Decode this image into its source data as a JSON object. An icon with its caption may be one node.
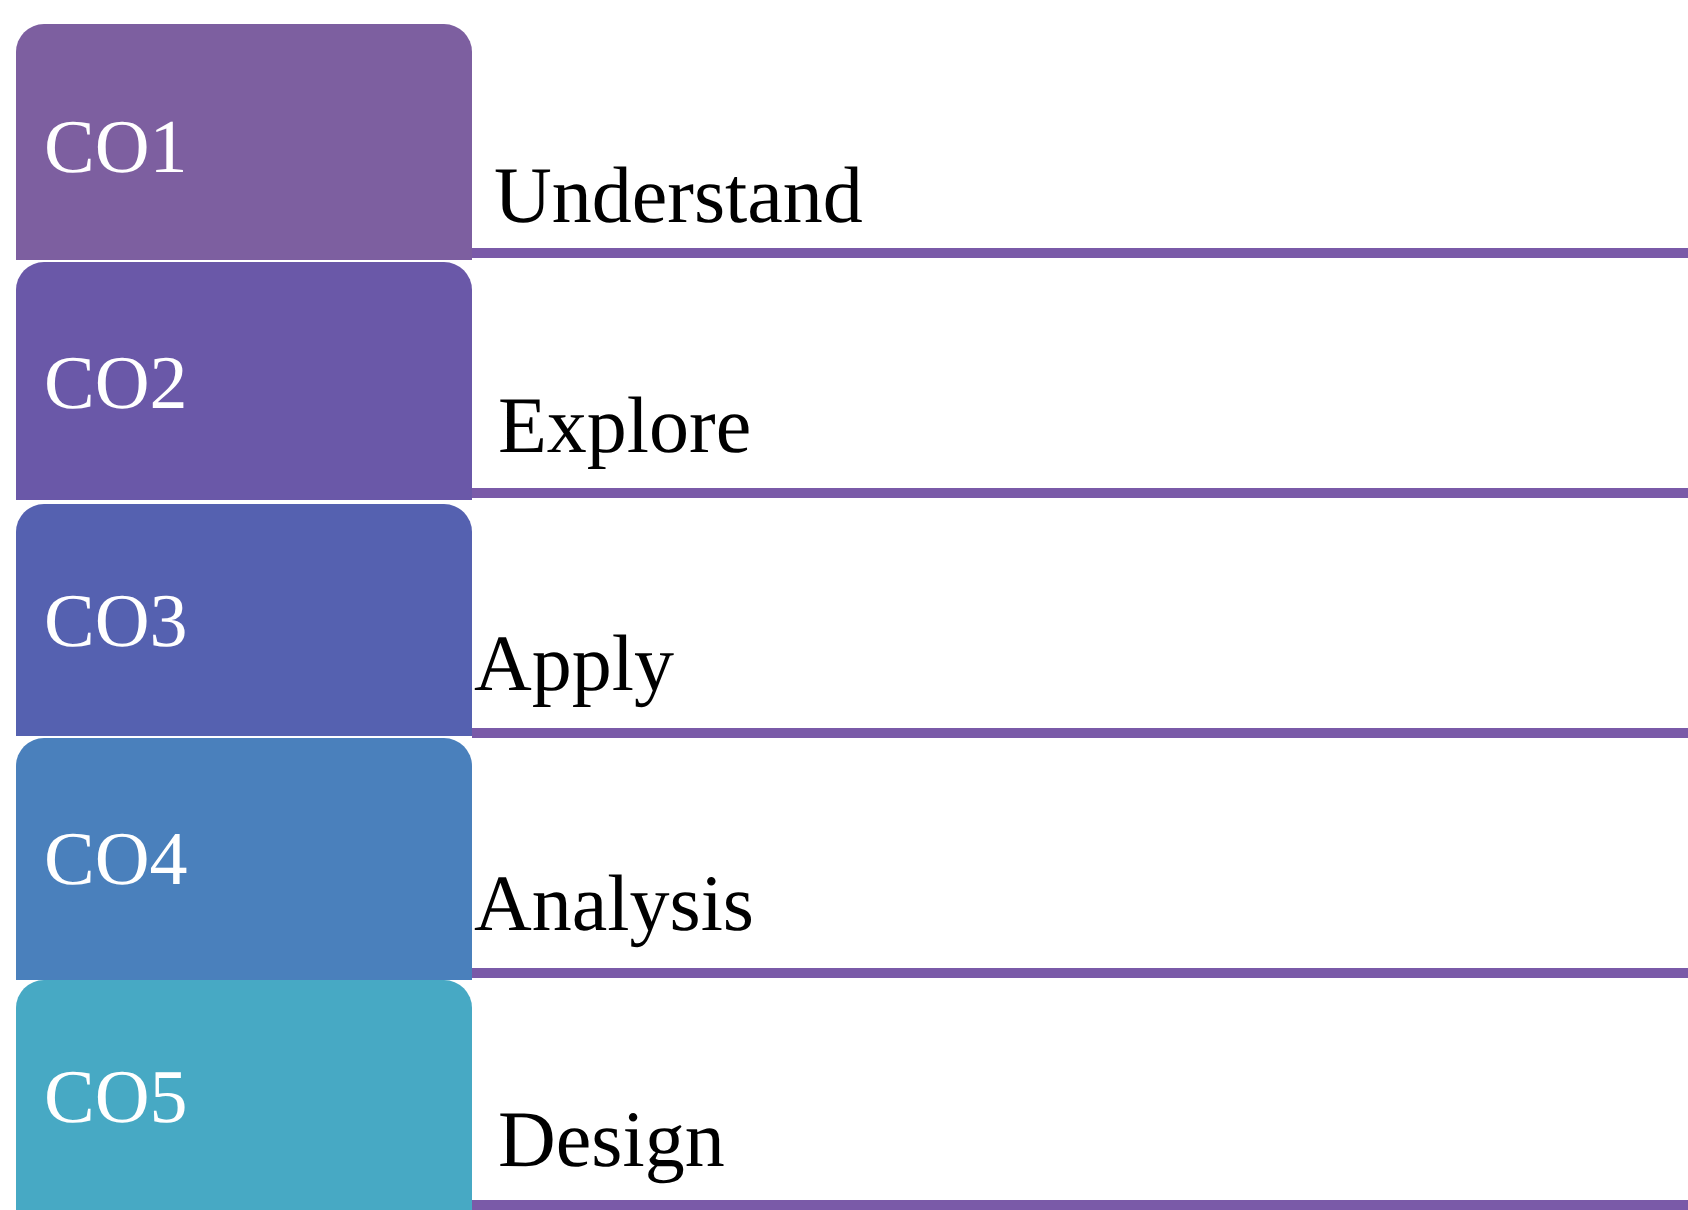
{
  "diagram": {
    "nodes": [
      {
        "text": [
          "CO1"
        ],
        "beside": [
          "Understand"
        ]
      },
      {
        "text": [
          "CO2"
        ],
        "beside": [
          "Explore"
        ]
      },
      {
        "text": [
          "CO3"
        ],
        "beside": [
          "Apply"
        ]
      },
      {
        "text": [
          "CO4"
        ],
        "beside": [
          "Analysis"
        ]
      },
      {
        "text": [
          "CO5"
        ],
        "beside": [
          "Design"
        ]
      }
    ]
  }
}
